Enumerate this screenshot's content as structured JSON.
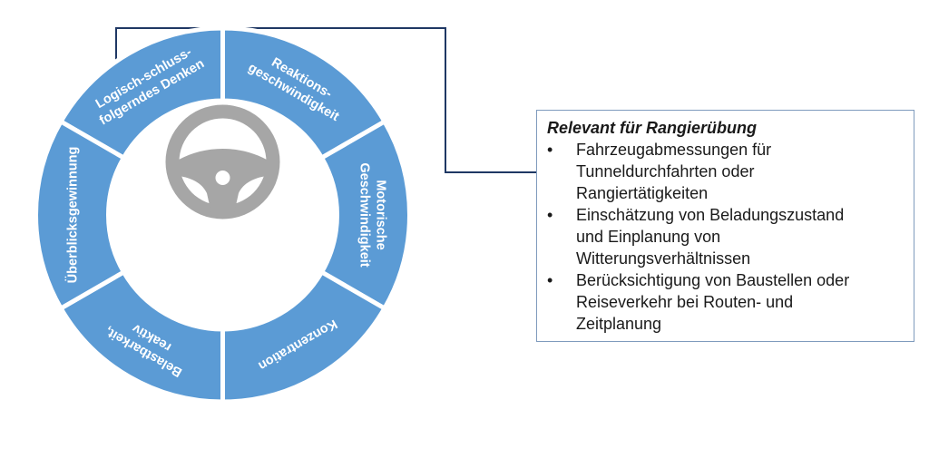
{
  "wheel": {
    "segments": [
      {
        "id": "logisch",
        "lines": [
          "Logisch-schluss-",
          "folgerndes Denken"
        ]
      },
      {
        "id": "reaktion",
        "lines": [
          "Reaktions-",
          "geschwindigkeit"
        ]
      },
      {
        "id": "motorisch",
        "lines": [
          "Motorische",
          "Geschwindigkeit"
        ]
      },
      {
        "id": "konzentration",
        "lines": [
          "Konzentration"
        ]
      },
      {
        "id": "belastbarkeit",
        "lines": [
          "Belastbarkeit,",
          "reaktiv"
        ]
      },
      {
        "id": "ueberblick",
        "lines": [
          "Überblicksgewinnung"
        ]
      }
    ],
    "center_icon": "steering-wheel-icon",
    "colors": {
      "segment": "#5b9bd5",
      "icon": "#a6a6a6",
      "connector": "#1f3864"
    }
  },
  "callout": {
    "title": "Relevant für Rangierübung",
    "items": [
      {
        "bullet": "•",
        "lines": [
          "Fahrzeugabmessungen für",
          "Tunneldurchfahrten oder",
          "Rangiertätigkeiten"
        ]
      },
      {
        "bullet": "•",
        "lines": [
          "Einschätzung von Beladungszustand",
          "und Einplanung von",
          "Witterungsverhältnissen"
        ]
      },
      {
        "bullet": "•",
        "lines": [
          "Berücksichtigung von Baustellen oder",
          "Reiseverkehr bei Routen- und",
          "Zeitplanung"
        ]
      }
    ]
  }
}
